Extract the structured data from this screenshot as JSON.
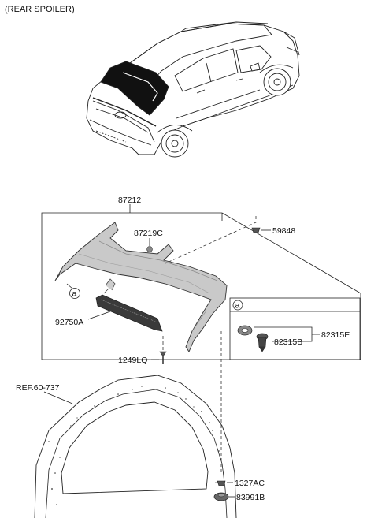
{
  "header": {
    "title": "(REAR SPOILER)"
  },
  "parts": {
    "spoiler_assy": "87212",
    "emblem": "87219C",
    "nut": "59848",
    "lamp": "92750A",
    "screw_top": "1249LQ",
    "clip_assy": "82315E",
    "clip": "82315B",
    "grommet": "1327AC",
    "cap": "83991B"
  },
  "callout": {
    "letter": "a",
    "detail_letter": "a"
  },
  "reference": {
    "label": "REF.60-737"
  }
}
